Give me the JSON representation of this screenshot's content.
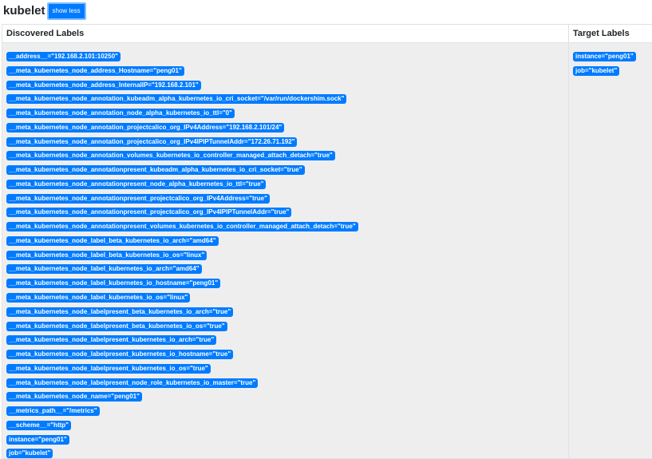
{
  "job_title": "kubelet",
  "toggle_label": "show less",
  "headers": {
    "discovered": "Discovered Labels",
    "target": "Target Labels"
  },
  "discovered_labels": [
    "__address__=\"192.168.2.101:10250\"",
    "__meta_kubernetes_node_address_Hostname=\"peng01\"",
    "__meta_kubernetes_node_address_InternalIP=\"192.168.2.101\"",
    "__meta_kubernetes_node_annotation_kubeadm_alpha_kubernetes_io_cri_socket=\"/var/run/dockershim.sock\"",
    "__meta_kubernetes_node_annotation_node_alpha_kubernetes_io_ttl=\"0\"",
    "__meta_kubernetes_node_annotation_projectcalico_org_IPv4Address=\"192.168.2.101/24\"",
    "__meta_kubernetes_node_annotation_projectcalico_org_IPv4IPIPTunnelAddr=\"172.26.71.192\"",
    "__meta_kubernetes_node_annotation_volumes_kubernetes_io_controller_managed_attach_detach=\"true\"",
    "__meta_kubernetes_node_annotationpresent_kubeadm_alpha_kubernetes_io_cri_socket=\"true\"",
    "__meta_kubernetes_node_annotationpresent_node_alpha_kubernetes_io_ttl=\"true\"",
    "__meta_kubernetes_node_annotationpresent_projectcalico_org_IPv4Address=\"true\"",
    "__meta_kubernetes_node_annotationpresent_projectcalico_org_IPv4IPIPTunnelAddr=\"true\"",
    "__meta_kubernetes_node_annotationpresent_volumes_kubernetes_io_controller_managed_attach_detach=\"true\"",
    "__meta_kubernetes_node_label_beta_kubernetes_io_arch=\"amd64\"",
    "__meta_kubernetes_node_label_beta_kubernetes_io_os=\"linux\"",
    "__meta_kubernetes_node_label_kubernetes_io_arch=\"amd64\"",
    "__meta_kubernetes_node_label_kubernetes_io_hostname=\"peng01\"",
    "__meta_kubernetes_node_label_kubernetes_io_os=\"linux\"",
    "__meta_kubernetes_node_labelpresent_beta_kubernetes_io_arch=\"true\"",
    "__meta_kubernetes_node_labelpresent_beta_kubernetes_io_os=\"true\"",
    "__meta_kubernetes_node_labelpresent_kubernetes_io_arch=\"true\"",
    "__meta_kubernetes_node_labelpresent_kubernetes_io_hostname=\"true\"",
    "__meta_kubernetes_node_labelpresent_kubernetes_io_os=\"true\"",
    "__meta_kubernetes_node_labelpresent_node_role_kubernetes_io_master=\"true\"",
    "__meta_kubernetes_node_name=\"peng01\"",
    "__metrics_path__=\"/metrics\"",
    "__scheme__=\"http\"",
    "instance=\"peng01\"",
    "job=\"kubelet\""
  ],
  "target_labels": [
    "instance=\"peng01\"",
    "job=\"kubelet\""
  ],
  "colors": {
    "badge": "#007bff",
    "cell_bg": "#eeeeee",
    "border": "#dee2e6"
  }
}
